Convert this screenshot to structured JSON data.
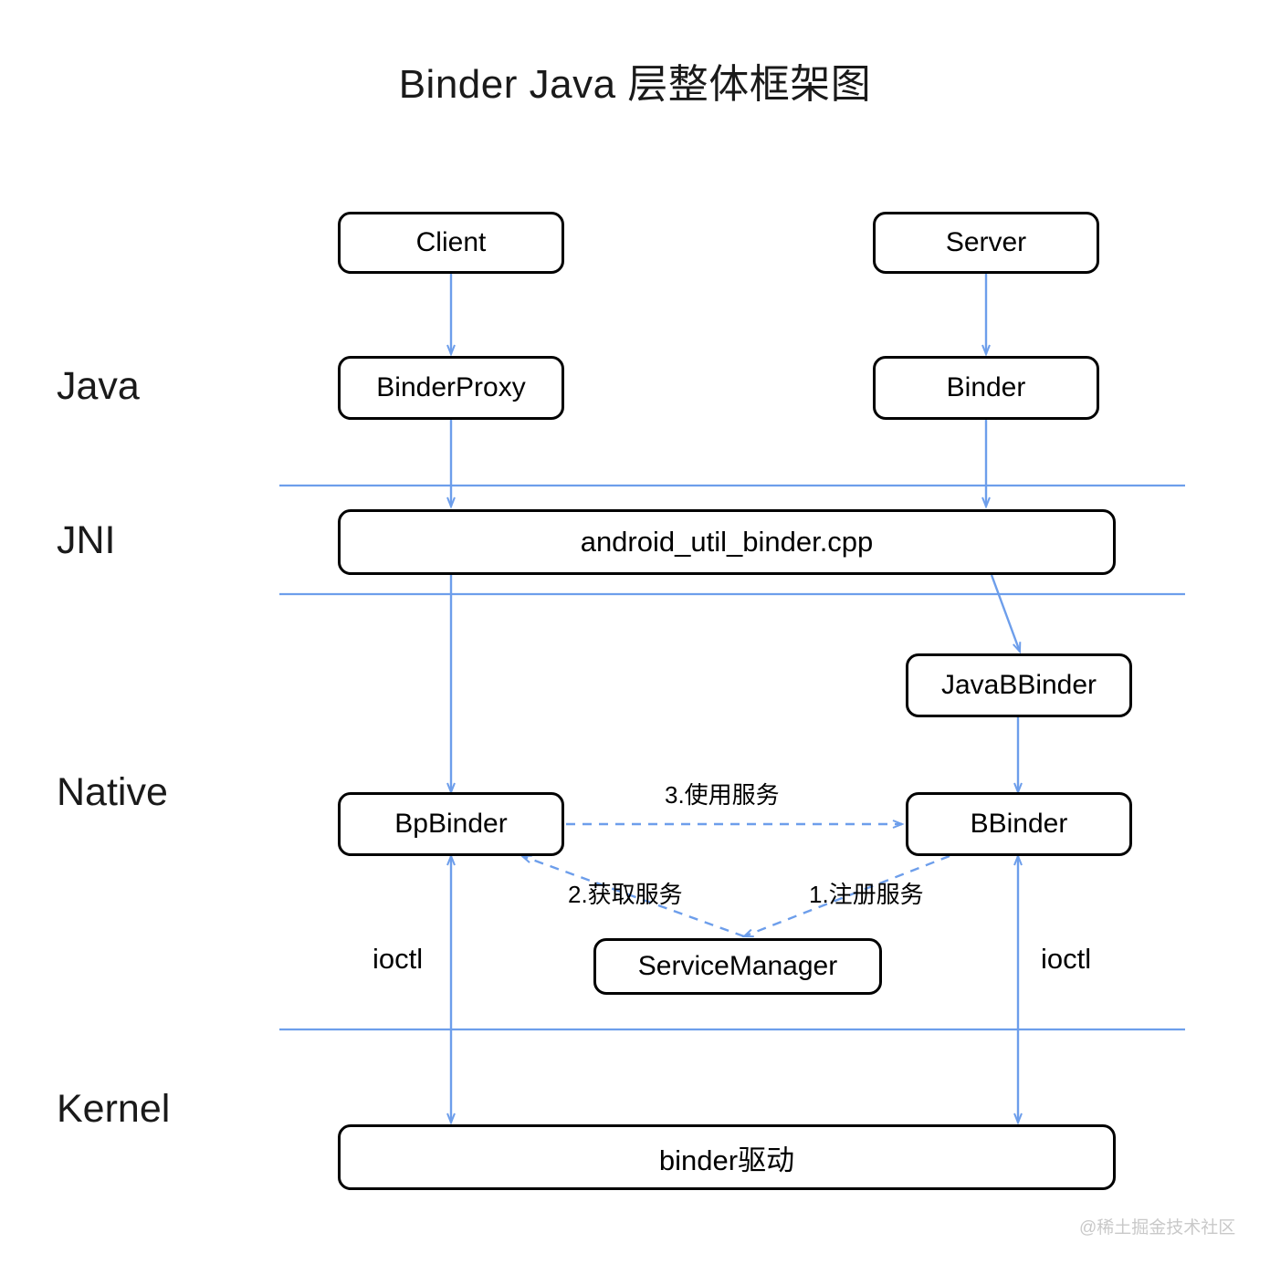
{
  "diagram": {
    "title": "Binder Java 层整体框架图",
    "watermark": "@稀土掘金技术社区",
    "colors": {
      "node_border": "#000000",
      "node_fill": "#ffffff",
      "arrow": "#6D9EEB",
      "separator": "#6D9EEB",
      "text": "#000000",
      "watermark": "#c9c9c9",
      "background": "#ffffff"
    },
    "layers": [
      {
        "name": "java",
        "label": "Java"
      },
      {
        "name": "jni",
        "label": "JNI"
      },
      {
        "name": "native",
        "label": "Native"
      },
      {
        "name": "kernel",
        "label": "Kernel"
      }
    ],
    "nodes": [
      {
        "id": "client",
        "label": "Client",
        "layer": "java"
      },
      {
        "id": "server",
        "label": "Server",
        "layer": "java"
      },
      {
        "id": "binderproxy",
        "label": "BinderProxy",
        "layer": "java"
      },
      {
        "id": "binder",
        "label": "Binder",
        "layer": "java"
      },
      {
        "id": "jni_cpp",
        "label": "android_util_binder.cpp",
        "layer": "jni"
      },
      {
        "id": "javabbinder",
        "label": "JavaBBinder",
        "layer": "native"
      },
      {
        "id": "bpbinder",
        "label": "BpBinder",
        "layer": "native"
      },
      {
        "id": "bbinder",
        "label": "BBinder",
        "layer": "native"
      },
      {
        "id": "servicemanager",
        "label": "ServiceManager",
        "layer": "native"
      },
      {
        "id": "binder_driver",
        "label": "binder驱动",
        "layer": "kernel"
      }
    ],
    "edges": [
      {
        "from": "client",
        "to": "binderproxy",
        "style": "solid",
        "label": ""
      },
      {
        "from": "server",
        "to": "binder",
        "style": "solid",
        "label": ""
      },
      {
        "from": "binderproxy",
        "to": "jni_cpp",
        "style": "solid",
        "label": ""
      },
      {
        "from": "binder",
        "to": "jni_cpp",
        "style": "solid",
        "label": ""
      },
      {
        "from": "jni_cpp",
        "to": "bpbinder",
        "style": "solid",
        "label": ""
      },
      {
        "from": "jni_cpp",
        "to": "javabbinder",
        "style": "solid",
        "label": ""
      },
      {
        "from": "javabbinder",
        "to": "bbinder",
        "style": "solid",
        "label": ""
      },
      {
        "from": "bpbinder",
        "to": "bbinder",
        "style": "dashed",
        "label": "3.使用服务"
      },
      {
        "from": "servicemanager",
        "to": "bpbinder",
        "style": "dashed",
        "label": "2.获取服务"
      },
      {
        "from": "bbinder",
        "to": "servicemanager",
        "style": "dashed",
        "label": "1.注册服务"
      },
      {
        "from": "bpbinder",
        "to": "binder_driver",
        "style": "solid-bidirectional",
        "label": "ioctl"
      },
      {
        "from": "bbinder",
        "to": "binder_driver",
        "style": "solid-bidirectional",
        "label": "ioctl"
      }
    ],
    "edge_labels": {
      "use_service": "3.使用服务",
      "get_service": "2.获取服务",
      "register_service": "1.注册服务",
      "ioctl_left": "ioctl",
      "ioctl_right": "ioctl"
    }
  }
}
